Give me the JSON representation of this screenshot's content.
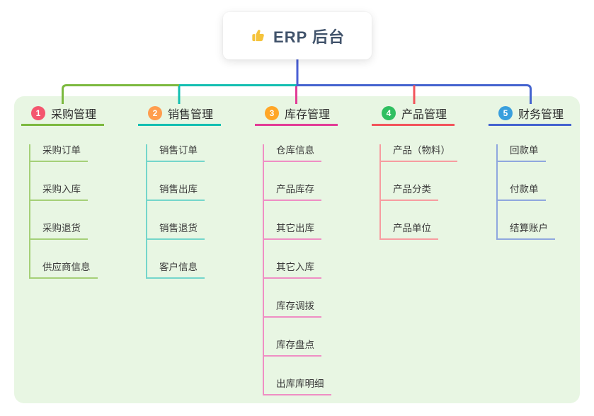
{
  "root": {
    "label": "ERP 后台",
    "icon": "thumbs-up-icon",
    "icon_color": "#f5c33b"
  },
  "panel": {
    "background": "#e8f6e3"
  },
  "connectors": {
    "root_color": "#4a5fd4"
  },
  "branches": [
    {
      "badge": "1",
      "label": "采购管理",
      "badge_color": "#f4566e",
      "line_color": "#7cb93f",
      "child_line_color": "#a5d078",
      "children": [
        "采购订单",
        "采购入库",
        "采购退货",
        "供应商信息"
      ]
    },
    {
      "badge": "2",
      "label": "销售管理",
      "badge_color": "#ff9d4e",
      "line_color": "#13bfb1",
      "child_line_color": "#74d6cb",
      "children": [
        "销售订单",
        "销售出库",
        "销售退货",
        "客户信息"
      ]
    },
    {
      "badge": "3",
      "label": "库存管理",
      "badge_color": "#ffa627",
      "line_color": "#e23c96",
      "child_line_color": "#ef8ec4",
      "children": [
        "仓库信息",
        "产品库存",
        "其它出库",
        "其它入库",
        "库存调拨",
        "库存盘点",
        "出库库明细"
      ]
    },
    {
      "badge": "4",
      "label": "产品管理",
      "badge_color": "#2fbf60",
      "line_color": "#f2545b",
      "child_line_color": "#f79ca0",
      "children": [
        "产品（物料）",
        "产品分类",
        "产品单位"
      ]
    },
    {
      "badge": "5",
      "label": "财务管理",
      "badge_color": "#399fdd",
      "line_color": "#4463cf",
      "child_line_color": "#8fa7de",
      "children": [
        "回款单",
        "付款单",
        "结算账户"
      ]
    }
  ]
}
